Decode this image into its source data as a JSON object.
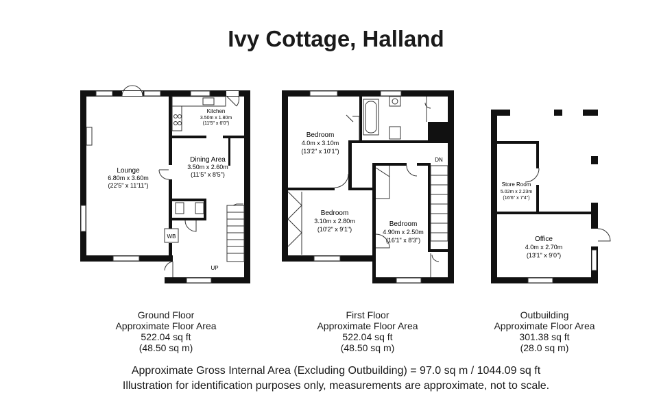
{
  "title": "Ivy Cottage, Halland",
  "floors": [
    {
      "name": "Ground Floor",
      "area_label": "Approximate Floor Area",
      "area_sqft": "522.04 sq ft",
      "area_sqm": "(48.50 sq m)",
      "rooms": [
        {
          "name": "Lounge",
          "dim_m": "6.80m x 3.60m",
          "dim_ft": "(22'5\" x 11'11\")"
        },
        {
          "name": "Kitchen",
          "dim_m": "3.50m x 1.80m",
          "dim_ft": "(11'5\" x 6'0\")"
        },
        {
          "name": "Dining Area",
          "dim_m": "3.50m x 2.60m",
          "dim_ft": "(11'5\" x 8'5\")"
        }
      ],
      "labels": {
        "wb": "WB",
        "up": "UP"
      }
    },
    {
      "name": "First Floor",
      "area_label": "Approximate Floor Area",
      "area_sqft": "522.04 sq ft",
      "area_sqm": "(48.50 sq m)",
      "rooms": [
        {
          "name": "Bedroom",
          "dim_m": "4.0m x 3.10m",
          "dim_ft": "(13'2\" x 10'1\")"
        },
        {
          "name": "Bedroom",
          "dim_m": "3.10m x 2.80m",
          "dim_ft": "(10'2\" x 9'1\")"
        },
        {
          "name": "Bedroom",
          "dim_m": "4.90m x 2.50m",
          "dim_ft": "(16'1\" x 8'3\")"
        }
      ],
      "labels": {
        "dn": "DN"
      }
    },
    {
      "name": "Outbuilding",
      "area_label": "Approximate Floor Area",
      "area_sqft": "301.38 sq ft",
      "area_sqm": "(28.0 sq m)",
      "rooms": [
        {
          "name": "Store Room",
          "dim_m": "5.02m x 2.23m",
          "dim_ft": "(16'6\" x 7'4\")"
        },
        {
          "name": "Office",
          "dim_m": "4.0m x 2.70m",
          "dim_ft": "(13'1\" x 9'0\")"
        }
      ]
    }
  ],
  "footer": {
    "line1": "Approximate Gross Internal Area (Excluding Outbuilding) = 97.0 sq m / 1044.09 sq ft",
    "line2": "Illustration for identification purposes only, measurements are approximate, not to scale."
  }
}
